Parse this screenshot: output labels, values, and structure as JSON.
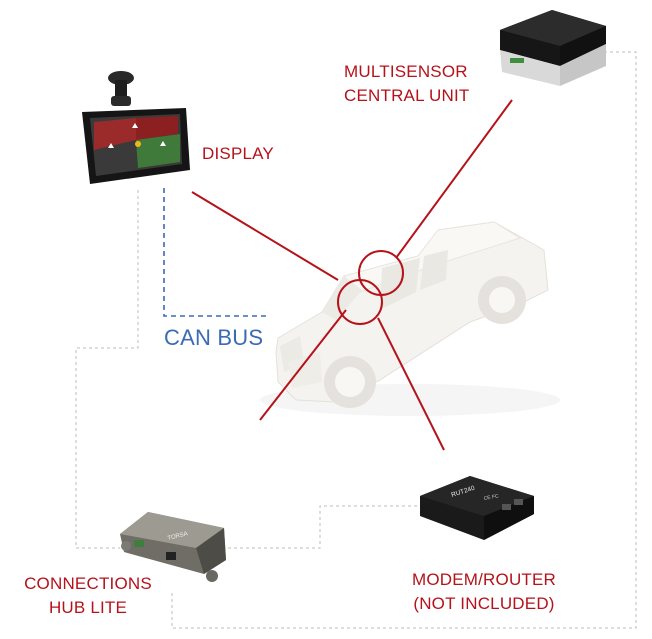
{
  "labels": {
    "multisensor": [
      "MULTISENSOR",
      "CENTRAL UNIT"
    ],
    "display": "DISPLAY",
    "can_bus": "CAN BUS",
    "hub": [
      "CONNECTIONS",
      "HUB LITE"
    ],
    "modem": [
      "MODEM/ROUTER",
      "(NOT INCLUDED)"
    ]
  },
  "device_text": {
    "router_model": "RUT240",
    "router_cert": "CE FC",
    "hub_brand": "TORSA"
  },
  "colors": {
    "label_red": "#b5121b",
    "can_bus_blue": "#3b6bb5",
    "dashed_gray": "#bdbdbd"
  }
}
